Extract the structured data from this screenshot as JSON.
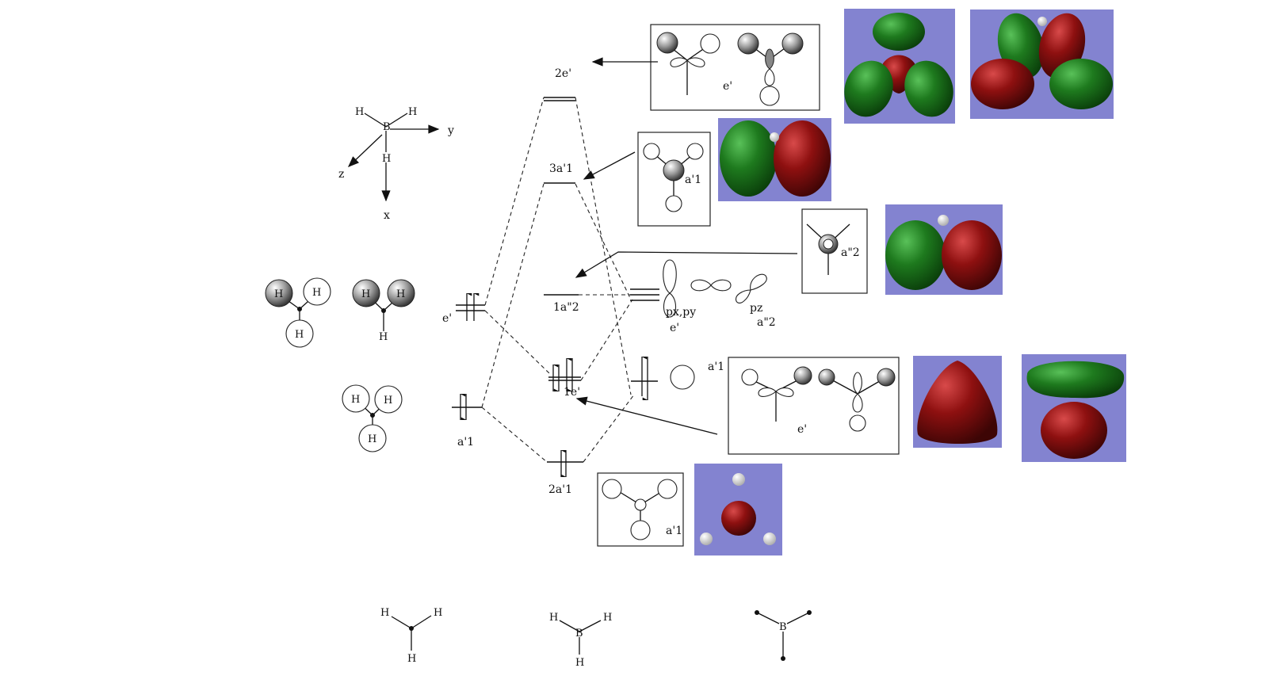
{
  "colors": {
    "panel_bg": "#8383d0",
    "lobe_green": "#1e7a1e",
    "lobe_red": "#8e1010",
    "ink": "#111111"
  },
  "axes": {
    "b": "B",
    "h": "H",
    "x": "x",
    "y": "y",
    "z": "z"
  },
  "fragment_h3": {
    "atom": "H",
    "e_label": "e'",
    "a_label": "a'1"
  },
  "levels": {
    "e2": "2e'",
    "a3": "3a'1",
    "a2pp": "1a\"2",
    "e1": "1e'",
    "a2": "2a'1"
  },
  "boron_orbitals": {
    "pxpy": "px,py",
    "e": "e'",
    "pz": "pz",
    "a2": "a\"2",
    "a1": "a'1"
  },
  "boxes": {
    "e_top": "e'",
    "a1_mid": "a'1",
    "a2pp": "a\"2",
    "e_low": "e'",
    "a1_bottom": "a'1"
  },
  "structures": {
    "h": "H",
    "b": "B"
  }
}
